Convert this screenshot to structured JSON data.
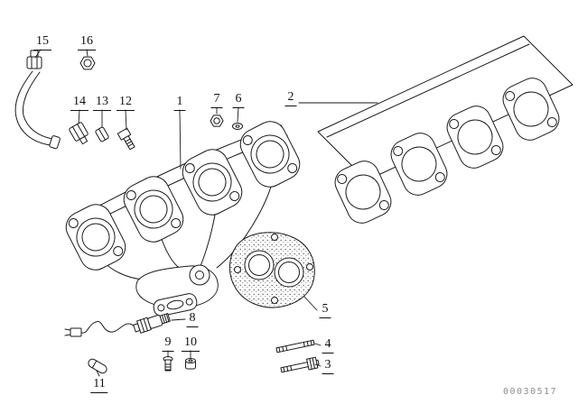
{
  "page": {
    "background": "#ffffff",
    "ink": "#1a1a1a"
  },
  "diagram": {
    "kind": "exploded-parts-drawing",
    "doc_number": "00030517",
    "callouts": [
      {
        "label": "1"
      },
      {
        "label": "2"
      },
      {
        "label": "3"
      },
      {
        "label": "4"
      },
      {
        "label": "5"
      },
      {
        "label": "6"
      },
      {
        "label": "7"
      },
      {
        "label": "8"
      },
      {
        "label": "9"
      },
      {
        "label": "10"
      },
      {
        "label": "11"
      },
      {
        "label": "12"
      },
      {
        "label": "13"
      },
      {
        "label": "14"
      },
      {
        "label": "15"
      },
      {
        "label": "16"
      }
    ]
  }
}
